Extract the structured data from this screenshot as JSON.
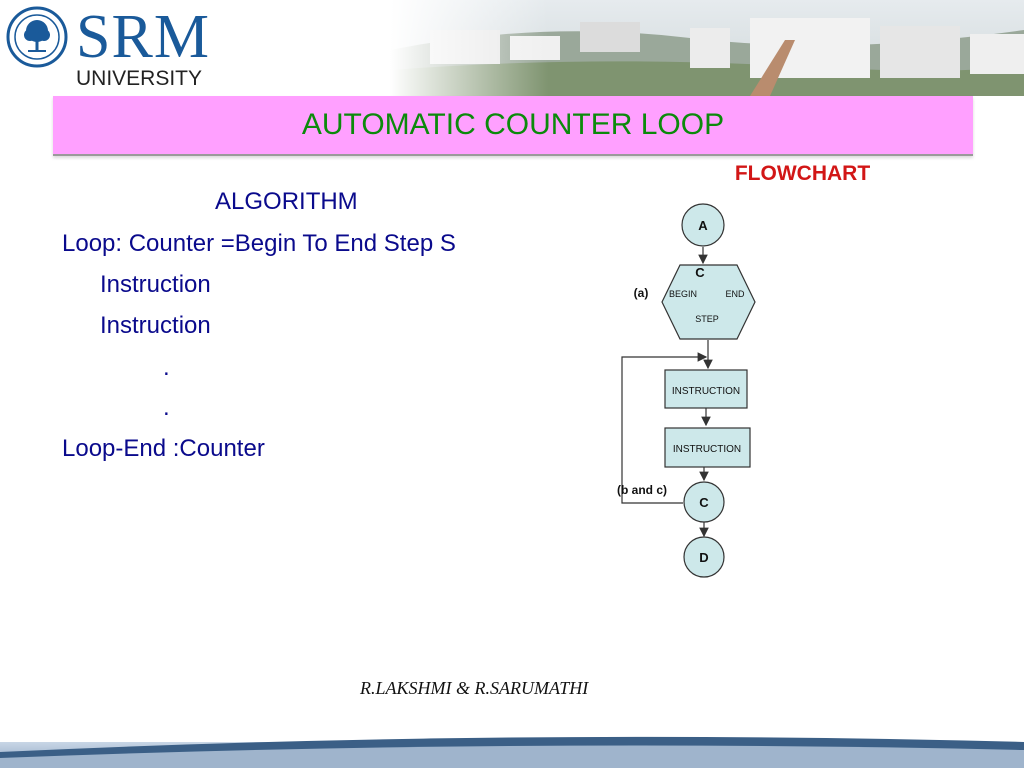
{
  "header": {
    "logo_word": "SRM",
    "logo_sub": "UNIVERSITY",
    "logo_icon": "tree-seal-icon"
  },
  "title": "AUTOMATIC COUNTER LOOP",
  "flowchart_label": "FLOWCHART",
  "algorithm": {
    "heading": "ALGORITHM",
    "line1": "Loop: Counter =Begin To End Step S",
    "line2": "Instruction",
    "line3": "Instruction",
    "dot1": ".",
    "dot2": ".",
    "line_end": "Loop-End :Counter"
  },
  "flowchart": {
    "node_a": "A",
    "hex_c": "C",
    "hex_begin": "BEGIN",
    "hex_end": "END",
    "hex_step": "STEP",
    "label_a": "(a)",
    "instr1": "INSTRUCTION",
    "instr2": "INSTRUCTION",
    "label_bc": "(b and c)",
    "node_c": "C",
    "node_d": "D"
  },
  "footer": {
    "authors": "R.LAKSHMI  &  R.SARUMATHI"
  },
  "colors": {
    "title_band": "#ffa0ff",
    "title_text": "#0b8a0b",
    "algorithm_text": "#0a0a8c",
    "flowchart_label": "#d21616",
    "node_fill": "#cde8ea"
  }
}
